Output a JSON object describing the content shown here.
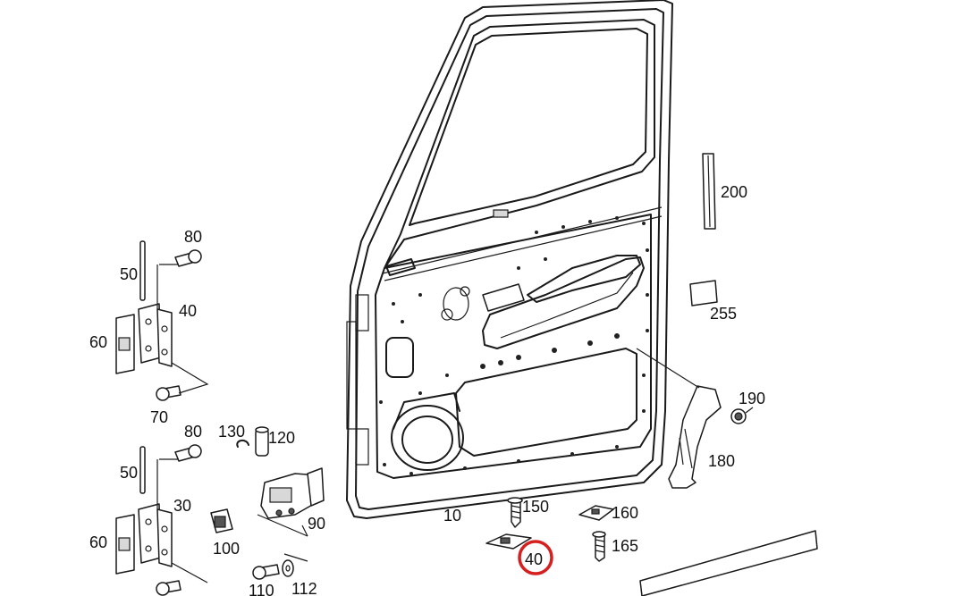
{
  "callouts": {
    "c200": "200",
    "c255": "255",
    "c190": "190",
    "c180": "180",
    "c80a": "80",
    "c50a": "50",
    "c40a": "40",
    "c60a": "60",
    "c70": "70",
    "c80b": "80",
    "c130": "130",
    "c120": "120",
    "c50b": "50",
    "c30": "30",
    "c90": "90",
    "c60b": "60",
    "c100": "100",
    "c110": "110",
    "c112": "112",
    "c10": "10",
    "c150": "150",
    "c160": "160",
    "c165": "165",
    "c40b": "40"
  },
  "highlight": {
    "color": "#d62020"
  }
}
